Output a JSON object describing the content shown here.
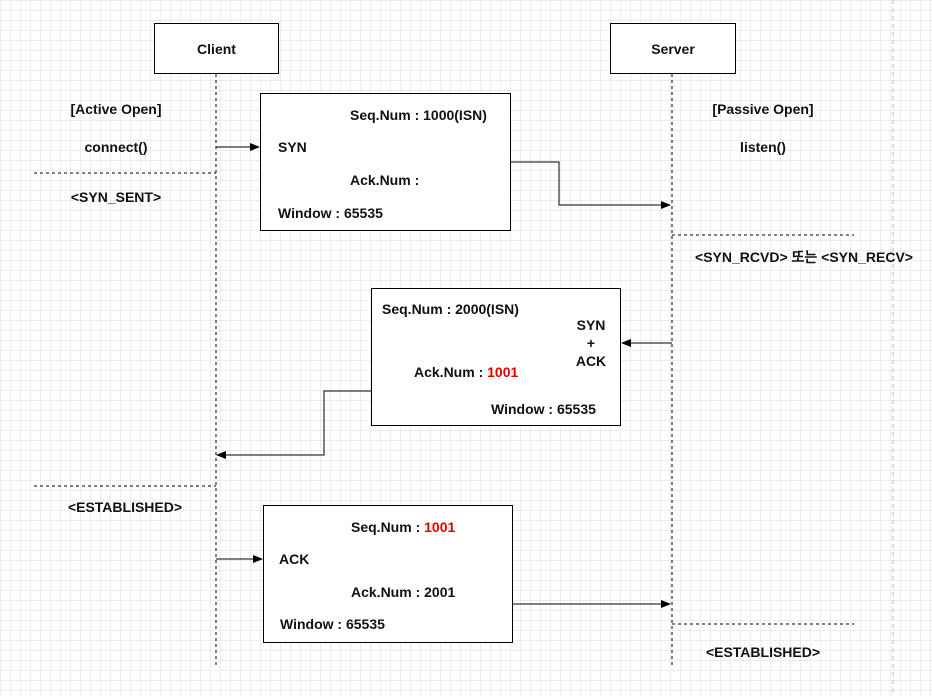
{
  "participants": {
    "client": "Client",
    "server": "Server"
  },
  "client_side": {
    "active_open": "[Active Open]",
    "connect": "connect()",
    "syn_sent": "<SYN_SENT>",
    "established": "<ESTABLISHED>"
  },
  "server_side": {
    "passive_open": "[Passive Open]",
    "listen": "listen()",
    "syn_rcvd": "<SYN_RCVD> 또는 <SYN_RECV>",
    "established": "<ESTABLISHED>"
  },
  "segments": [
    {
      "flag": "SYN",
      "seq_label": "Seq.Num : ",
      "seq_value": "1000(ISN)",
      "ack_label": "Ack.Num : ",
      "ack_value": "",
      "window": "Window : 65535"
    },
    {
      "flag_line1": "SYN",
      "flag_line2": "+",
      "flag_line3": "ACK",
      "seq_label": "Seq.Num : ",
      "seq_value": "2000(ISN)",
      "ack_label": "Ack.Num : ",
      "ack_value": "1001",
      "window": "Window : 65535"
    },
    {
      "flag": "ACK",
      "seq_label": "Seq.Num : ",
      "seq_value": "1001",
      "ack_label": "Ack.Num : ",
      "ack_value": "2001",
      "window": "Window : 65535"
    }
  ],
  "colors": {
    "highlight": "#e00000",
    "line": "#000000",
    "grid": "#ececec"
  }
}
